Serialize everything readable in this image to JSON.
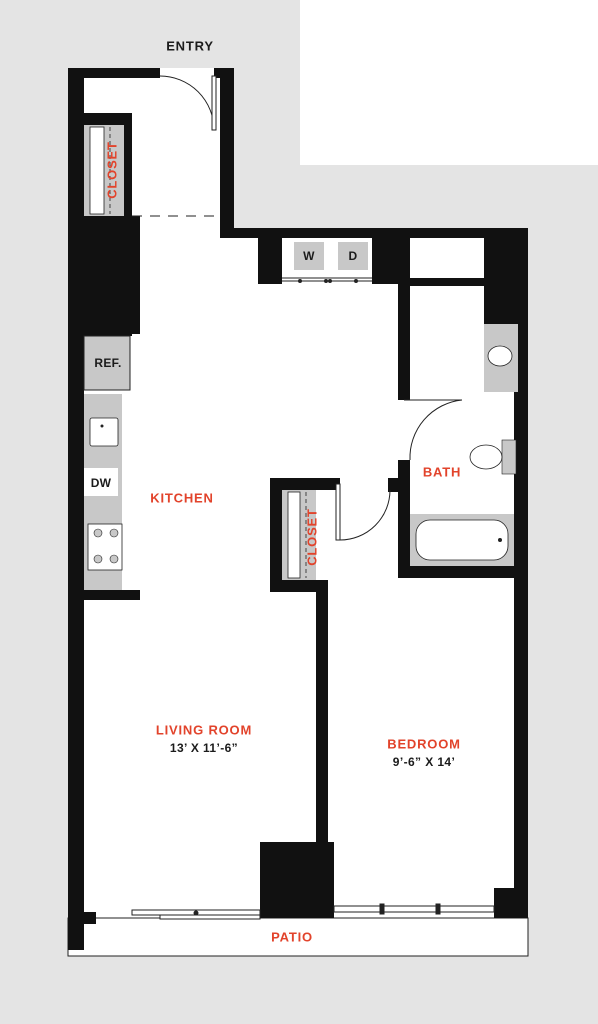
{
  "colors": {
    "accent": "#e2432b",
    "wall": "#111111",
    "fixture": "#c8c8c8",
    "outside": "#e4e4e4"
  },
  "labels": {
    "entry": "ENTRY",
    "closet_entry": "CLOSET",
    "closet_bedroom": "CLOSET",
    "washer": "W",
    "dryer": "D",
    "refrigerator": "REF.",
    "dishwasher": "DW",
    "kitchen": "KITCHEN",
    "bath": "BATH",
    "living_room": "LIVING ROOM",
    "living_room_dims": "13’ X 11’-6”",
    "bedroom": "BEDROOM",
    "bedroom_dims": "9’-6” X 14’",
    "patio": "PATIO"
  }
}
